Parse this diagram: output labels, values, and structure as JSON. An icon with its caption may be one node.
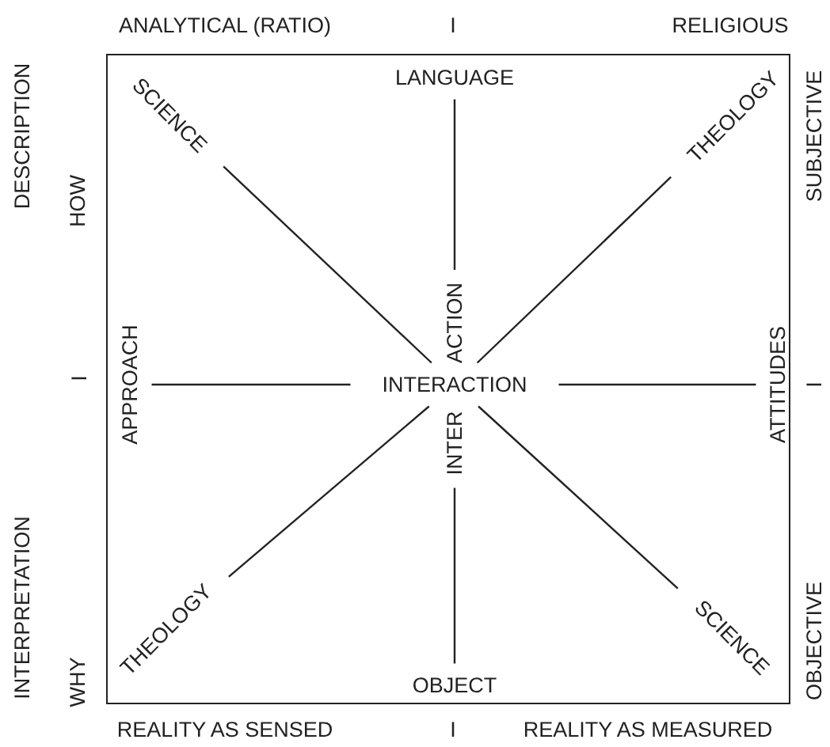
{
  "diagram": {
    "nodes": [
      {
        "text": [],
        "shape": "box"
      },
      {
        "text": [
          "SCIENCE"
        ],
        "in": 0
      },
      {
        "text": [
          "LANGUAGE"
        ],
        "in": 0
      },
      {
        "text": [
          "THEOLOGY"
        ],
        "in": 0
      },
      {
        "text": [
          "ACTION"
        ],
        "in": 0
      },
      {
        "text": [
          "APPROACH"
        ],
        "in": 0
      },
      {
        "text": [
          "INTERACTION"
        ],
        "in": 0
      },
      {
        "text": [
          "ATTITUDES"
        ],
        "in": 0
      },
      {
        "text": [
          "INTER"
        ],
        "in": 0
      },
      {
        "text": [
          "THEOLOGY"
        ],
        "in": 0
      },
      {
        "text": [
          "OBJECT"
        ],
        "in": 0
      },
      {
        "text": [
          "SCIENCE"
        ],
        "in": 0
      }
    ],
    "edges": [
      {
        "from": 1,
        "to": 6,
        "arrow": "none"
      },
      {
        "from": 2,
        "to": 4,
        "arrow": "none"
      },
      {
        "from": 3,
        "to": 6,
        "arrow": "none"
      },
      {
        "from": 5,
        "to": 6,
        "arrow": "none"
      },
      {
        "from": 6,
        "to": 7,
        "arrow": "none"
      },
      {
        "from": 9,
        "to": 6,
        "arrow": "none"
      },
      {
        "from": 8,
        "to": 10,
        "arrow": "none"
      },
      {
        "from": 11,
        "to": 6,
        "arrow": "none"
      }
    ],
    "labels": [
      "ANALYTICAL (RATIO)",
      "I",
      "RELIGIOUS",
      "DESCRIPTION",
      "HOW",
      "SUBJECTIVE",
      "I",
      "I",
      "INTERPRETATION",
      "WHY",
      "OBJECTIVE",
      "REALITY AS SENSED",
      "I",
      "REALITY AS MEASURED"
    ]
  }
}
